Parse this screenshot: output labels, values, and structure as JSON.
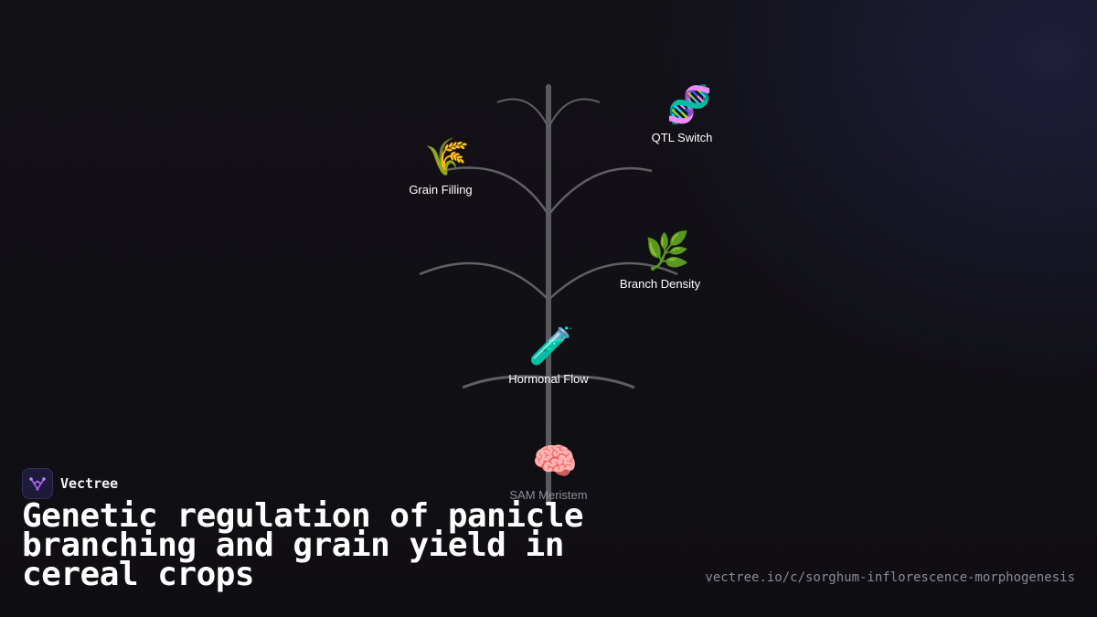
{
  "brand": {
    "name": "Vectree",
    "accent": "#a855f7"
  },
  "title": "Genetic regulation of panicle branching and grain yield in cereal crops",
  "url": "vectree.io/c/sorghum-inflorescence-morphogenesis",
  "colors": {
    "background": "#111015",
    "stem": "#5a5a5e",
    "label": "#ffffff",
    "label_dim": "#8e8e96"
  },
  "nodes": [
    {
      "id": "qtl",
      "icon": "dna-icon",
      "emoji": "🧬",
      "label": "QTL Switch"
    },
    {
      "id": "grain",
      "icon": "wheat-icon",
      "emoji": "🌾",
      "label": "Grain Filling"
    },
    {
      "id": "branch",
      "icon": "herb-icon",
      "emoji": "🌿",
      "label": "Branch Density"
    },
    {
      "id": "hormone",
      "icon": "test-tube-icon",
      "emoji": "🧪",
      "label": "Hormonal Flow"
    },
    {
      "id": "sam",
      "icon": "brain-icon",
      "emoji": "🧠",
      "label": "SAM Meristem"
    }
  ]
}
